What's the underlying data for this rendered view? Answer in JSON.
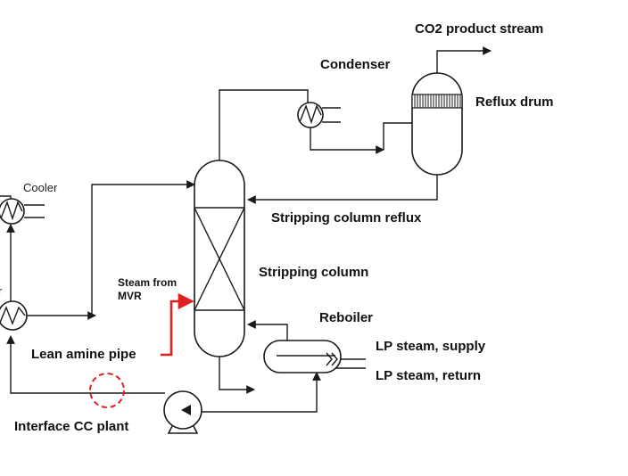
{
  "labels": {
    "co2_product_stream": "CO2 product stream",
    "condenser": "Condenser",
    "reflux_drum": "Reflux drum",
    "cooler": "Cooler",
    "stripping_column_reflux": "Stripping column reflux",
    "steam_from_mvr_line1": "Steam from",
    "steam_from_mvr_line2": "MVR",
    "stripping_column": "Stripping column",
    "reboiler": "Reboiler",
    "lp_steam_supply": "LP steam, supply",
    "lp_steam_return": "LP steam, return",
    "lean_amine_pipe": "Lean amine pipe",
    "interface_cc_plant": "Interface CC plant",
    "left_edge_fragment": "r"
  },
  "colors": {
    "line": "#1a1a1a",
    "highlight": "#e02020",
    "background": "#ffffff"
  },
  "icons": {
    "condenser": "heat-exchanger-icon",
    "cooler": "heat-exchanger-icon",
    "lean_rich_exchanger": "heat-exchanger-icon",
    "pump": "pump-icon"
  }
}
